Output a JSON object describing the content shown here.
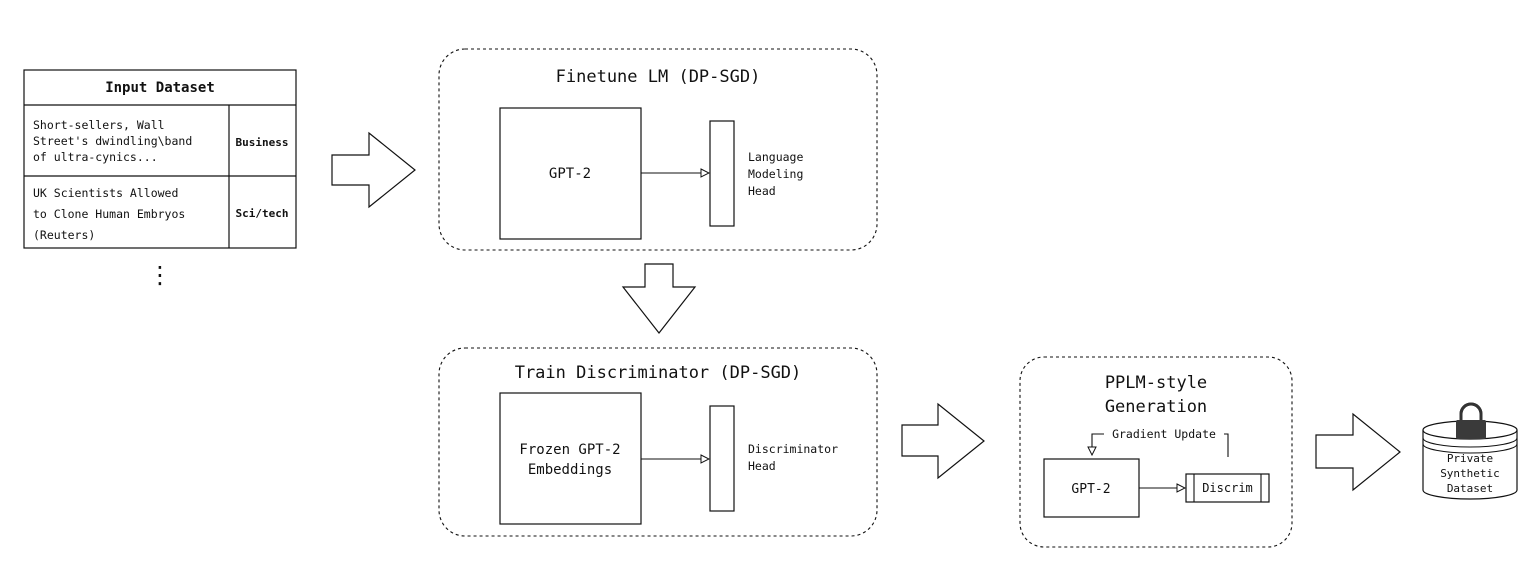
{
  "input_dataset": {
    "title": "Input Dataset",
    "rows": [
      {
        "text_lines": [
          "Short-sellers, Wall",
          "Street's dwindling\\band",
          "of ultra-cynics..."
        ],
        "label": "Business"
      },
      {
        "text_lines": [
          "UK Scientists Allowed",
          "to Clone Human Embryos",
          "(Reuters)"
        ],
        "label": "Sci/tech"
      }
    ],
    "continuation": "⋮"
  },
  "finetune": {
    "title": "Finetune LM (DP-SGD)",
    "model_label": "GPT-2",
    "head_lines": [
      "Language",
      "Modeling",
      "Head"
    ]
  },
  "discriminator": {
    "title": "Train Discriminator (DP-SGD)",
    "model_lines": [
      "Frozen GPT-2",
      "Embeddings"
    ],
    "head_lines": [
      "Discriminator",
      "Head"
    ]
  },
  "generation": {
    "title_lines": [
      "PPLM-style",
      "Generation"
    ],
    "feedback_label": "Gradient Update",
    "model_label": "GPT-2",
    "discrim_label": "Discrim"
  },
  "output": {
    "lines": [
      "Private",
      "Synthetic",
      "Dataset"
    ],
    "icon": "lock-icon"
  }
}
